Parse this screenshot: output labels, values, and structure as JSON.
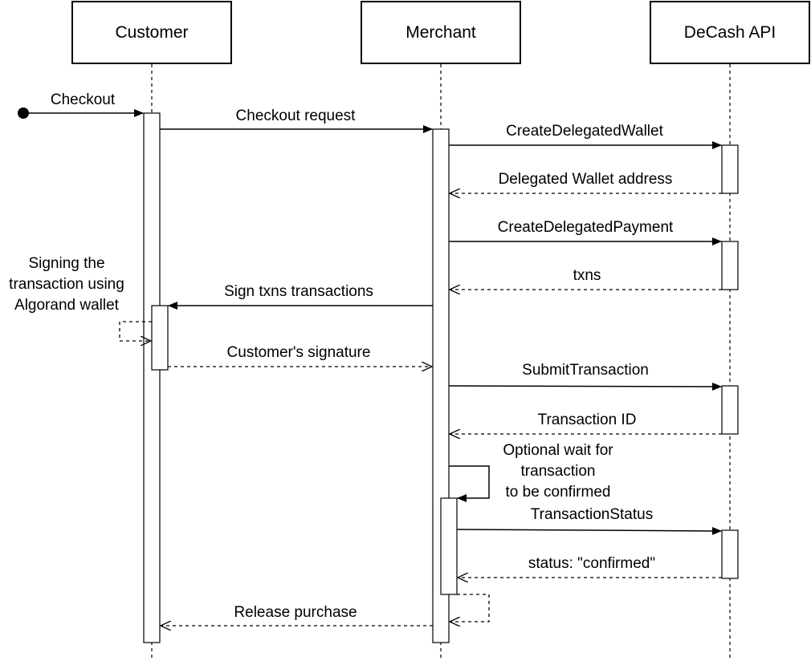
{
  "participants": {
    "customer": "Customer",
    "merchant": "Merchant",
    "decash": "DeCash API"
  },
  "messages": {
    "checkout": "Checkout",
    "checkout_request": "Checkout request",
    "create_delegated_wallet": "CreateDelegatedWallet",
    "delegated_wallet_address": "Delegated Wallet address",
    "create_delegated_payment": "CreateDelegatedPayment",
    "txns": "txns",
    "sign_txns": "Sign txns transactions",
    "customers_signature": "Customer's signature",
    "submit_transaction": "SubmitTransaction",
    "transaction_id": "Transaction ID",
    "transaction_status": "TransactionStatus",
    "status_confirmed": "status: \"confirmed\"",
    "release_purchase": "Release purchase"
  },
  "notes": {
    "signing_line1": "Signing the",
    "signing_line2": "transaction using",
    "signing_line3": "Algorand wallet",
    "wait_line1": "Optional wait for",
    "wait_line2": "transaction",
    "wait_line3": "to be confirmed"
  }
}
